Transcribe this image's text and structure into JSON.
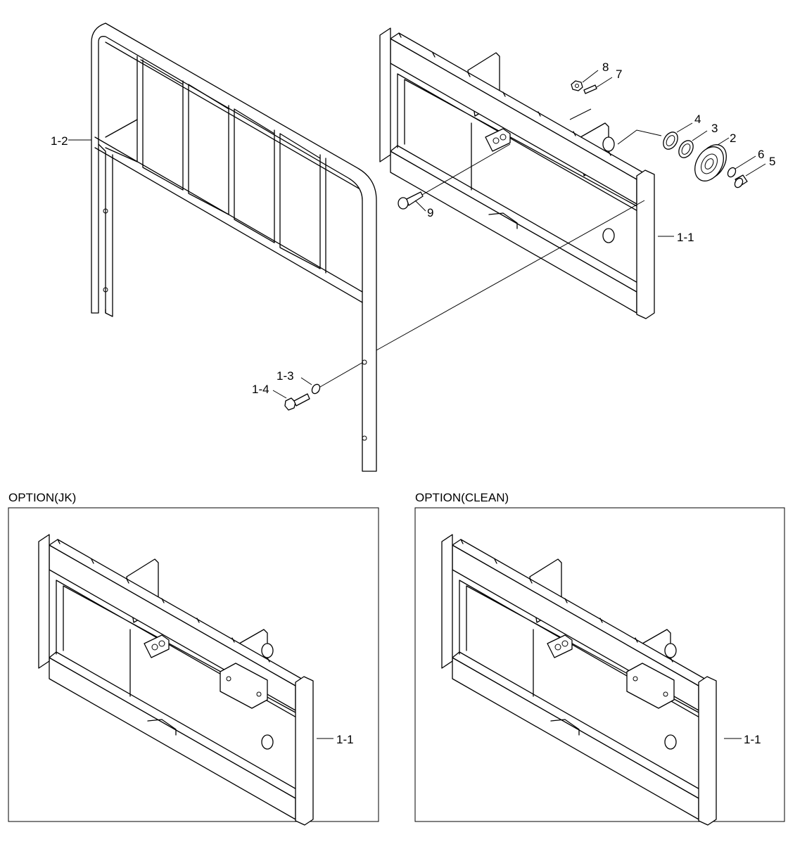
{
  "labels": {
    "backrest": "1-2",
    "carriage_main": "1-1",
    "bolt": "1-4",
    "washer_small": "1-3",
    "bearing": "2",
    "spacer": "3",
    "shim": "4",
    "plug": "5",
    "pin": "6",
    "screw": "7",
    "nut": "8",
    "cap_screw": "9",
    "carriage_jk": "1-1",
    "carriage_clean": "1-1"
  },
  "options": {
    "jk_title": "OPTION(JK)",
    "clean_title": "OPTION(CLEAN)"
  }
}
